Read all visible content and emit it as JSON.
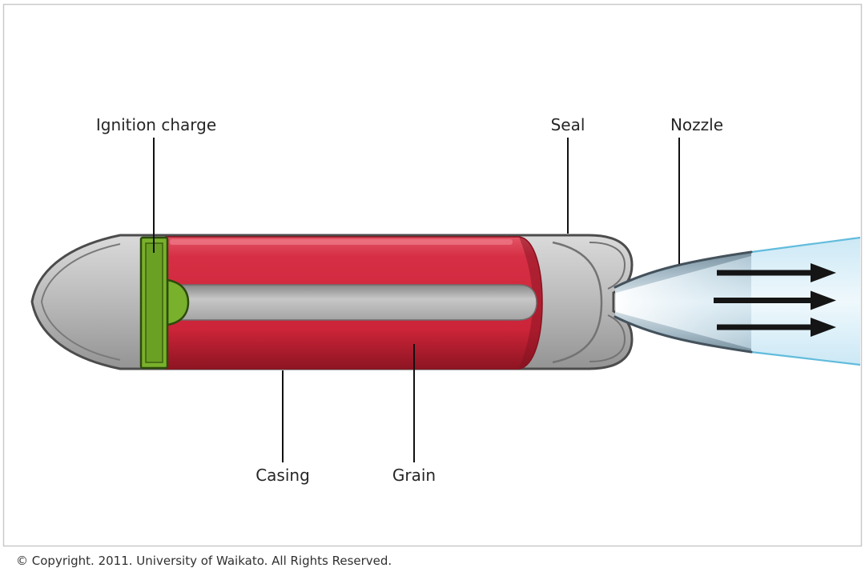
{
  "diagram": {
    "labels": {
      "ignition_charge": "Ignition charge",
      "seal": "Seal",
      "nozzle": "Nozzle",
      "casing": "Casing",
      "grain": "Grain"
    },
    "copyright": "© Copyright. 2011. University of Waikato. All Rights Reserved.",
    "colors": {
      "grain_red": "#d02840",
      "grain_highlight": "#ef7a88",
      "grain_shadow": "#8e1523",
      "ignition_green": "#79b02c",
      "ignition_green_dark": "#2c4b0b",
      "casing_gray": "#bdbdbd",
      "casing_outline": "#4c4c4c",
      "nozzle_blue_gray": "#a7bcc8",
      "plume_fill": "#d9eef8",
      "plume_edge": "#62bcdc",
      "arrow_black": "#151515",
      "leader_line": "#111111",
      "border_gray": "#c9c9c9"
    }
  }
}
